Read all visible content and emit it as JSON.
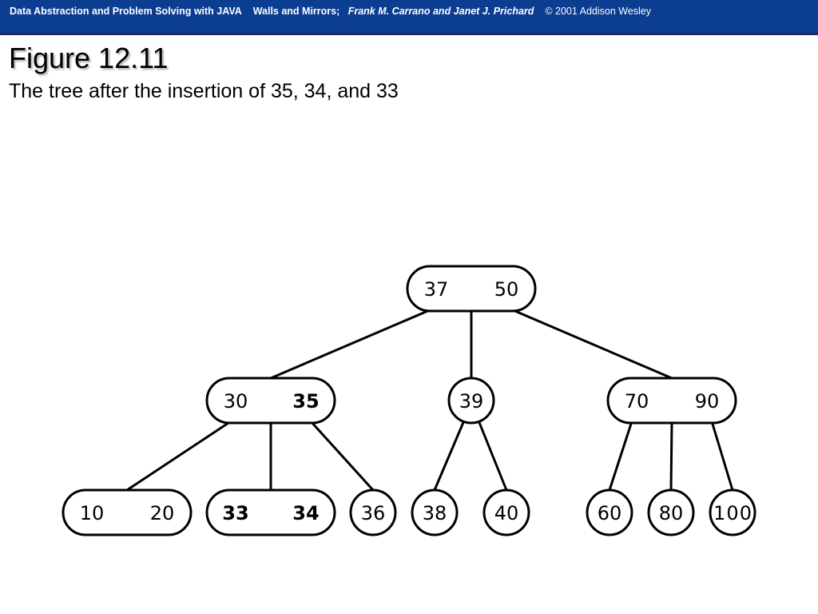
{
  "header": {
    "book_title": "Data Abstraction and Problem Solving with JAVA",
    "subtitle": "Walls and Mirrors;",
    "authors": "Frank M. Carrano and Janet J. Prichard",
    "copyright": "© 2001 Addison Wesley"
  },
  "figure": {
    "title": "Figure 12.11",
    "caption": "The tree after the insertion of 35, 34, and 33"
  },
  "tree": {
    "nodes": [
      {
        "id": "root",
        "keys": [
          "37",
          "50"
        ],
        "bold": [
          false,
          false
        ]
      },
      {
        "id": "l1",
        "keys": [
          "30",
          "35"
        ],
        "bold": [
          false,
          true
        ]
      },
      {
        "id": "m1",
        "keys": [
          "39"
        ],
        "bold": [
          false
        ]
      },
      {
        "id": "r1",
        "keys": [
          "70",
          "90"
        ],
        "bold": [
          false,
          false
        ]
      },
      {
        "id": "a",
        "keys": [
          "10",
          "20"
        ],
        "bold": [
          false,
          false
        ]
      },
      {
        "id": "b",
        "keys": [
          "33",
          "34"
        ],
        "bold": [
          true,
          true
        ]
      },
      {
        "id": "c",
        "keys": [
          "36"
        ],
        "bold": [
          false
        ]
      },
      {
        "id": "d",
        "keys": [
          "38"
        ],
        "bold": [
          false
        ]
      },
      {
        "id": "e",
        "keys": [
          "40"
        ],
        "bold": [
          false
        ]
      },
      {
        "id": "f",
        "keys": [
          "60"
        ],
        "bold": [
          false
        ]
      },
      {
        "id": "g",
        "keys": [
          "80"
        ],
        "bold": [
          false
        ]
      },
      {
        "id": "h",
        "keys": [
          "100"
        ],
        "bold": [
          false
        ]
      }
    ],
    "edges": [
      [
        "root",
        "l1"
      ],
      [
        "root",
        "m1"
      ],
      [
        "root",
        "r1"
      ],
      [
        "l1",
        "a"
      ],
      [
        "l1",
        "b"
      ],
      [
        "l1",
        "c"
      ],
      [
        "m1",
        "d"
      ],
      [
        "m1",
        "e"
      ],
      [
        "r1",
        "f"
      ],
      [
        "r1",
        "g"
      ],
      [
        "r1",
        "h"
      ]
    ]
  }
}
